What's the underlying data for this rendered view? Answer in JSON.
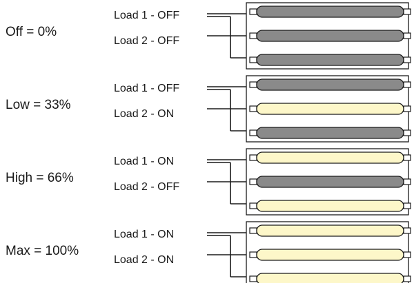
{
  "levels": [
    {
      "label": "Off = 0%",
      "load1": "Load 1 - OFF",
      "load2": "Load 2 - OFF",
      "tubes": [
        "off",
        "off",
        "off"
      ]
    },
    {
      "label": "Low = 33%",
      "load1": "Load 1 - OFF",
      "load2": "Load 2 - ON",
      "tubes": [
        "off",
        "on",
        "off"
      ]
    },
    {
      "label": "High = 66%",
      "load1": "Load 1 - ON",
      "load2": "Load 2 - OFF",
      "tubes": [
        "on",
        "off",
        "on"
      ]
    },
    {
      "label": "Max = 100%",
      "load1": "Load 1 - ON",
      "load2": "Load 2 - ON",
      "tubes": [
        "on",
        "on",
        "on"
      ]
    }
  ],
  "colors": {
    "tube_off": "#8a8a8a",
    "tube_on": "#fdf7c9",
    "line": "#1a1a1a"
  }
}
